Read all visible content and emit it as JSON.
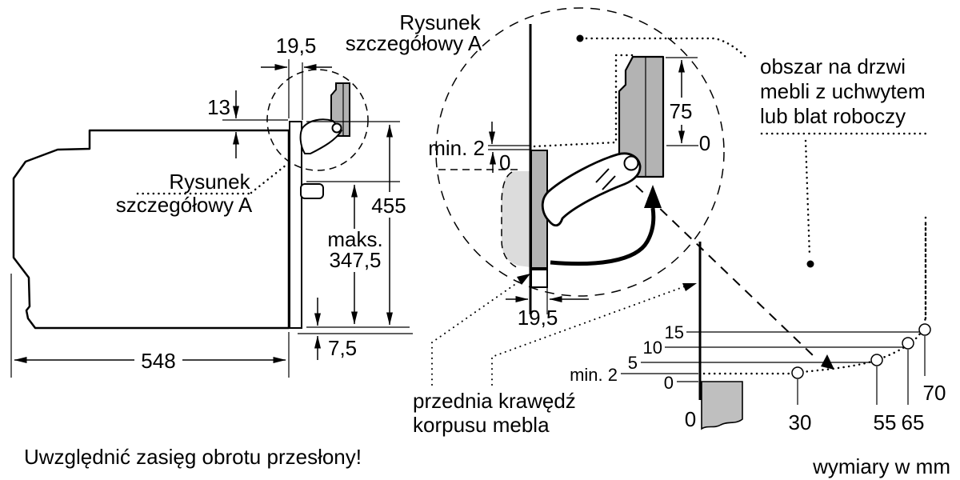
{
  "colors": {
    "line": "#000000",
    "panel_gray": "#b3b3b3",
    "swept_gray": "#dcdcdc",
    "graph_panel_gray": "#bfbfbf",
    "background": "#ffffff"
  },
  "left_view": {
    "detail_ref_label": [
      "Rysunek",
      "szczegółowy A"
    ],
    "dims": {
      "front_overhang": "19,5",
      "top_offset": "13",
      "niche_height": "455",
      "max_depth_label": "maks.",
      "max_depth_value": "347,5",
      "bottom_clearance": "7,5",
      "body_depth": "548"
    }
  },
  "detail_view": {
    "title": [
      "Rysunek",
      "szczegółowy A"
    ],
    "dims": {
      "top_gap_min": "min. 2",
      "top_gap_zero": "0",
      "door_overlap": "75",
      "door_overlap_zero": "0",
      "front_thickness": "19,5"
    }
  },
  "graph": {
    "type": "line",
    "title": "",
    "x_label_values": [
      "0",
      "30",
      "55",
      "65",
      "70"
    ],
    "y_label_values": [
      "15",
      "10",
      "5",
      "min. 2",
      "0"
    ],
    "points": [
      {
        "x": 30,
        "y": "min. 2"
      },
      {
        "x": 55,
        "y": 5
      },
      {
        "x": 65,
        "y": 10
      },
      {
        "x": 70,
        "y": 15
      }
    ],
    "units": "mm"
  },
  "annotations": {
    "area_note": [
      "obszar na drzwi",
      "mebli z uchwytem",
      "lub blat roboczy"
    ],
    "front_edge_note": [
      "przednia krawędź",
      "korpusu mebla"
    ],
    "swing_note": "Uwzględnić zasięg obrotu przesłony!",
    "units_note": "wymiary w mm"
  }
}
